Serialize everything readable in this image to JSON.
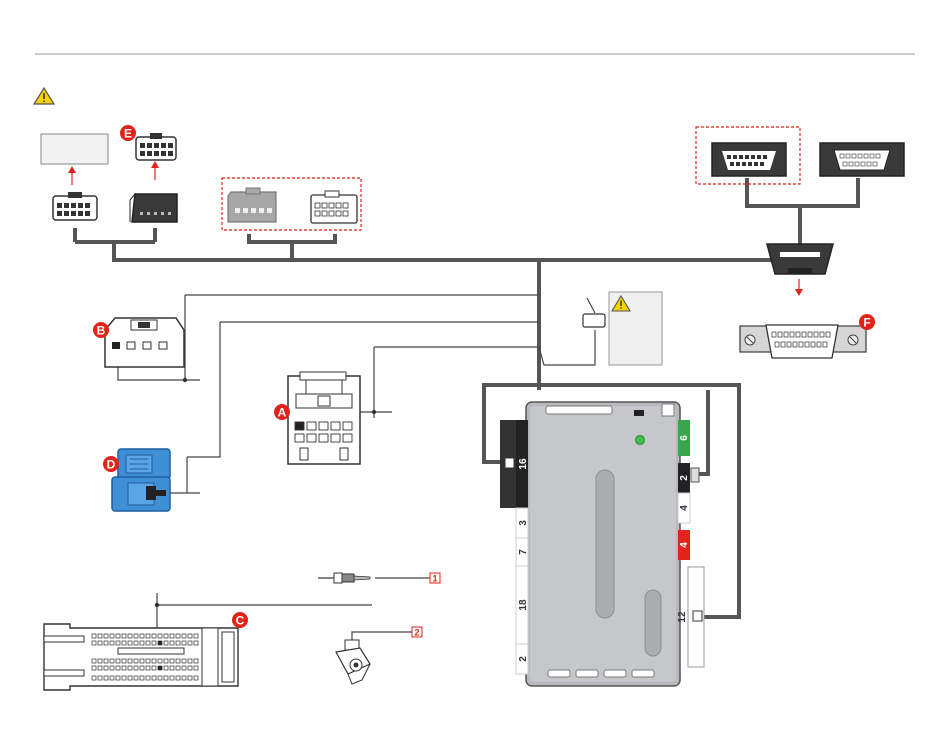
{
  "badges": {
    "a": "A",
    "b": "B",
    "c": "C",
    "d": "D",
    "e": "E",
    "f": "F"
  },
  "refs": {
    "r1": "1",
    "r2": "2"
  },
  "module_ports": {
    "p16": "16",
    "p3": "3",
    "p7": "7",
    "p18": "18",
    "p2l": "2",
    "p6": "6",
    "p2r": "2",
    "p4w": "4",
    "p4r": "4",
    "p12": "12"
  },
  "icons": {
    "warning": "warning-icon",
    "led": "status-led-icon"
  },
  "colors": {
    "accent": "#e2231a",
    "wire": "#555555",
    "module": "#b7b9bc",
    "blue_conn": "#3f8fd6",
    "green": "#3aa64a",
    "red": "#e2231a"
  }
}
